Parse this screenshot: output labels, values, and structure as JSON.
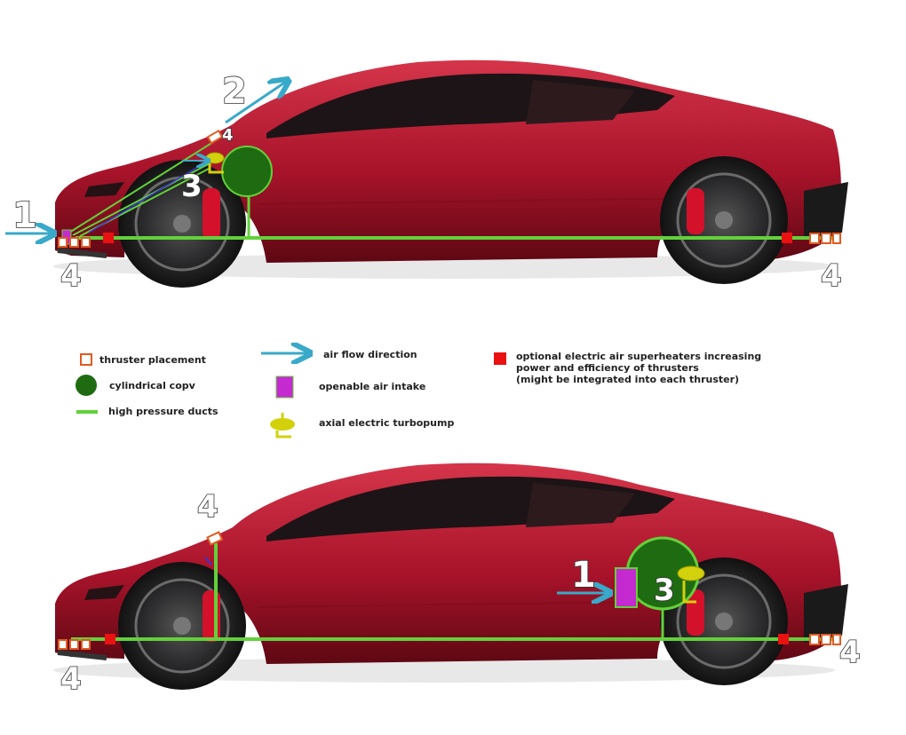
{
  "colors": {
    "car_body": "#b1142a",
    "car_shadow": "#6e0a18",
    "window": "#1c1416",
    "wheel": "#2b2b2d",
    "brake": "#d4112b",
    "duct": "#63d13a",
    "copv": "#1f6b12",
    "intake": "#c42ad0",
    "turbopump": "#d3d10c",
    "thruster": "#e05a20",
    "heater": "#ea1111",
    "airflow": "#39a9c9"
  },
  "top_diagram": {
    "labels": {
      "inlet": "1",
      "exhaust": "2",
      "pump": "3",
      "thruster_top": "4",
      "thruster_front": "4",
      "thruster_rear": "4"
    }
  },
  "bottom_diagram": {
    "labels": {
      "inlet": "1",
      "pump": "3",
      "thruster_top": "4",
      "thruster_front": "4",
      "thruster_rear": "4"
    }
  },
  "legend": {
    "thruster": "thruster placement",
    "copv": "cylindrical copv",
    "ducts": "high pressure ducts",
    "airflow": "air flow direction",
    "intake": "openable air intake",
    "turbopump": "axial electric turbopump",
    "heaters": "optional electric air superheaters increasing\npower and efficiency of thrusters\n(might be integrated into each thruster)"
  }
}
